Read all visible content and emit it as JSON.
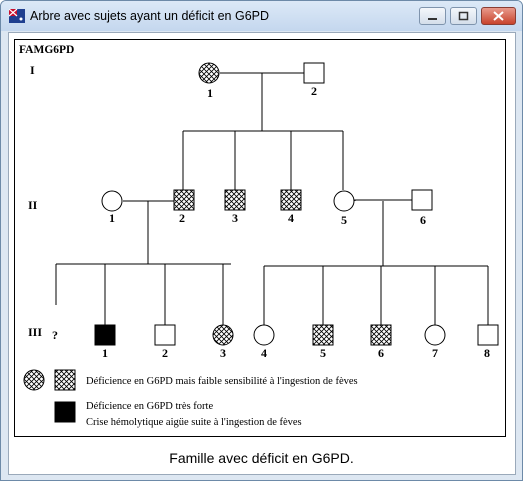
{
  "window": {
    "title": "Arbre avec sujets ayant un déficit en G6PD",
    "icon": "flag-icon",
    "buttons": [
      "minimize",
      "maximize",
      "close"
    ]
  },
  "pedigree": {
    "family_id": "FAMG6PD",
    "generations": [
      "I",
      "II",
      "III"
    ],
    "gen1": {
      "roman": "I",
      "individuals": [
        {
          "num": "1",
          "sex": "female",
          "status": "mild"
        },
        {
          "num": "2",
          "sex": "male",
          "status": "unaffected"
        }
      ]
    },
    "gen2": {
      "roman": "II",
      "individuals": [
        {
          "num": "1",
          "sex": "female",
          "status": "unaffected"
        },
        {
          "num": "2",
          "sex": "male",
          "status": "mild"
        },
        {
          "num": "3",
          "sex": "male",
          "status": "mild"
        },
        {
          "num": "4",
          "sex": "male",
          "status": "mild"
        },
        {
          "num": "5",
          "sex": "female",
          "status": "unaffected"
        },
        {
          "num": "6",
          "sex": "male",
          "status": "unaffected"
        }
      ]
    },
    "gen3": {
      "roman": "III",
      "unknown": "?",
      "individuals": [
        {
          "num": "1",
          "sex": "male",
          "status": "severe"
        },
        {
          "num": "2",
          "sex": "male",
          "status": "unaffected"
        },
        {
          "num": "3",
          "sex": "female",
          "status": "mild"
        },
        {
          "num": "4",
          "sex": "female",
          "status": "unaffected"
        },
        {
          "num": "5",
          "sex": "male",
          "status": "mild"
        },
        {
          "num": "6",
          "sex": "male",
          "status": "mild"
        },
        {
          "num": "7",
          "sex": "female",
          "status": "unaffected"
        },
        {
          "num": "8",
          "sex": "male",
          "status": "unaffected"
        }
      ]
    },
    "legend": {
      "mild": "Déficience en G6PD mais faible sensibilité à l'ingestion de fèves",
      "severe_line1": "Déficience en G6PD très forte",
      "severe_line2": "Crise hémolytique aigüe suite à l'ingestion de fèves"
    }
  },
  "caption": "Famille avec déficit en G6PD.",
  "colors": {
    "title_bar": "#c4d7ee",
    "close_button": "#c8432c",
    "severe_fill": "#000000",
    "hatch": "#000000"
  }
}
